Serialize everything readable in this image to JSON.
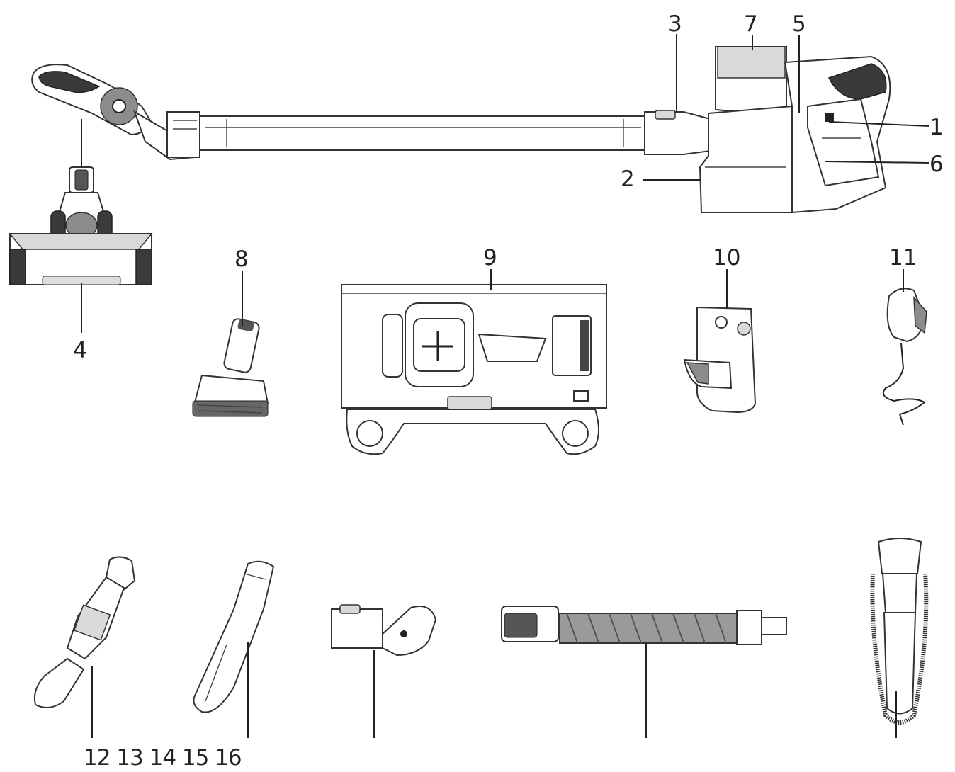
{
  "callouts": {
    "c1": "1",
    "c2": "2",
    "c3": "3",
    "c4": "4",
    "c5": "5",
    "c6": "6",
    "c7": "7",
    "c8": "8",
    "c9": "9",
    "c10": "10",
    "c11": "11"
  },
  "bottom_labels": "12 13 14 15 16"
}
